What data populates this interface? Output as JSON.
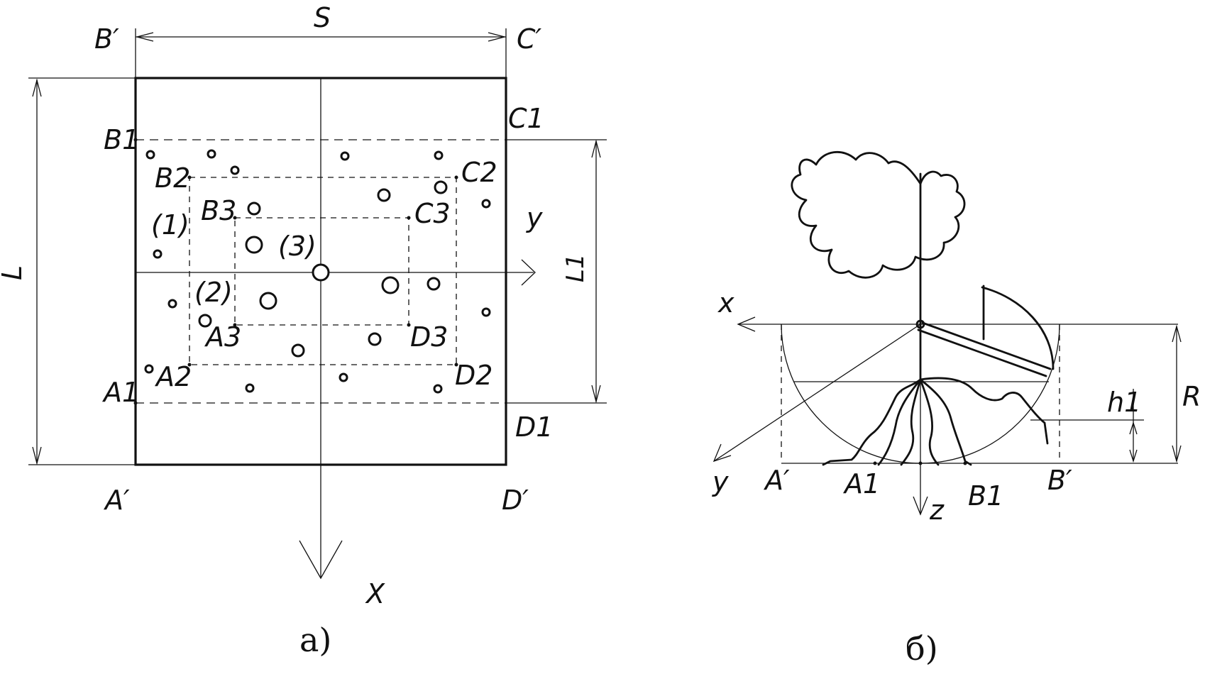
{
  "figure_a": {
    "caption": "а)",
    "dims": {
      "width_label": "S",
      "length_label": "L",
      "inner_length_label": "L1"
    },
    "axes": {
      "vertical": "X",
      "horizontal": "y"
    },
    "corners": [
      "B′",
      "C′",
      "A′",
      "D′"
    ],
    "zone1": [
      "B1",
      "C1",
      "A1",
      "D1"
    ],
    "zone2": [
      "B2",
      "C2",
      "A2",
      "D2"
    ],
    "zone3": [
      "B3",
      "C3",
      "A3",
      "D3"
    ],
    "zone_labels": [
      "(1)",
      "(2)",
      "(3)"
    ]
  },
  "figure_b": {
    "caption": "б)",
    "axes": {
      "x": "x",
      "y": "y",
      "z": "z"
    },
    "points": [
      "A′",
      "A1",
      "B1",
      "B′"
    ],
    "dims": {
      "radius": "R",
      "height": "h1"
    }
  }
}
